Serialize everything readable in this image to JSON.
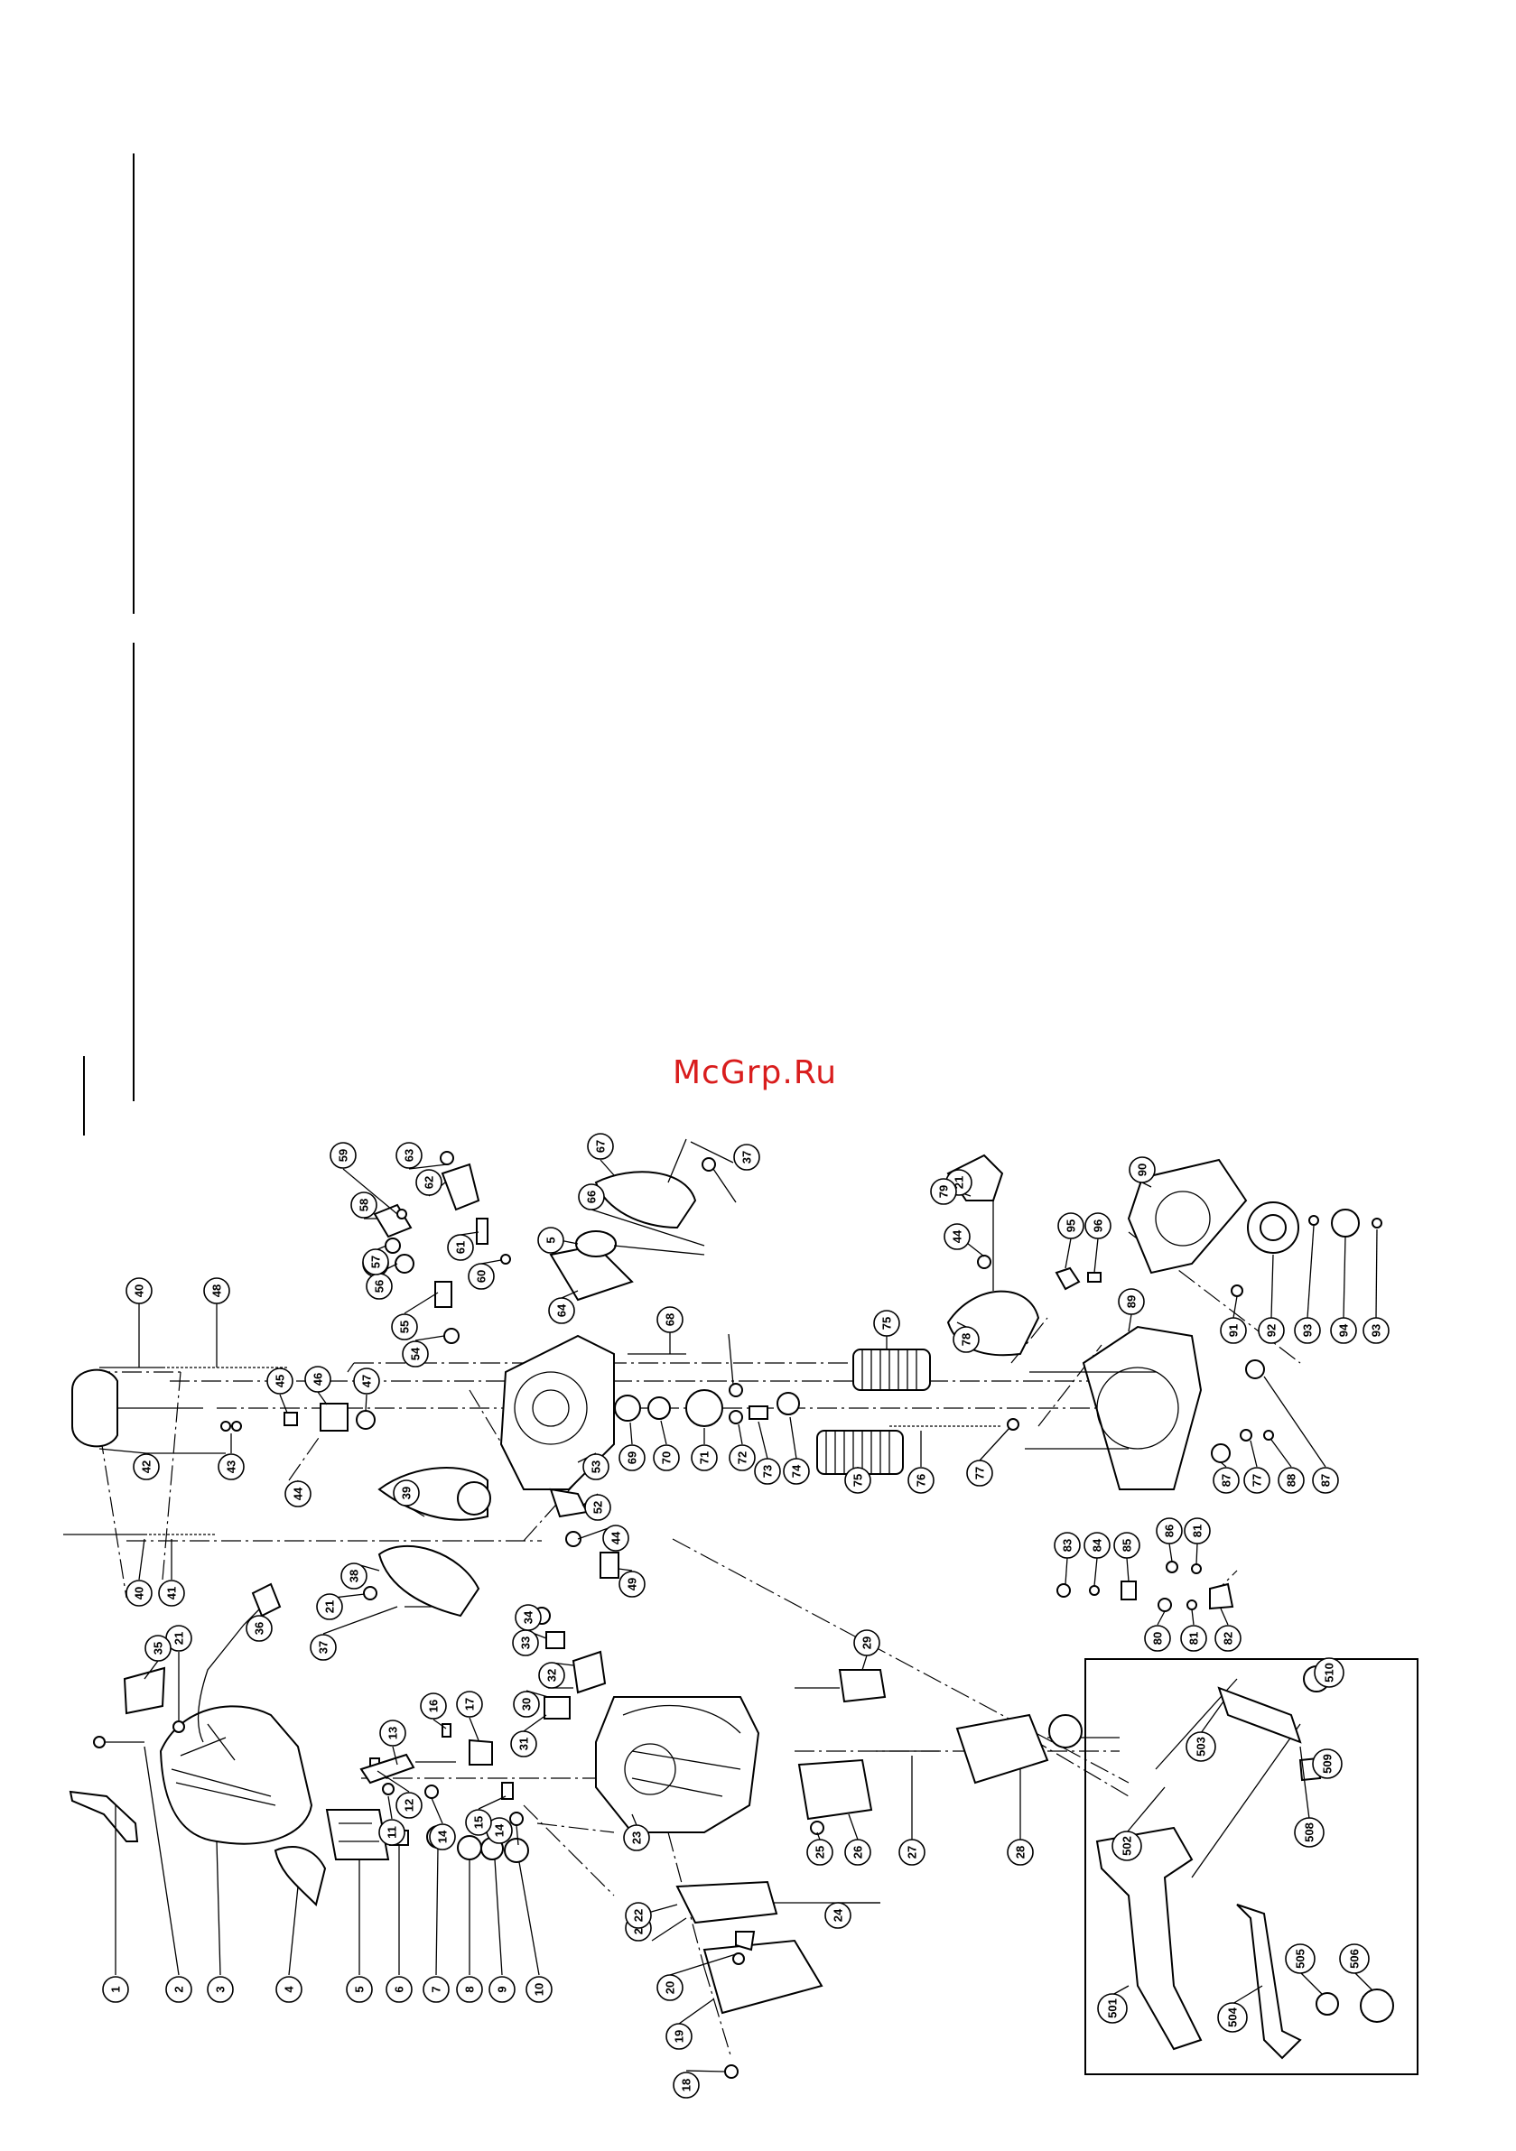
{
  "watermark": "McGrp.Ru",
  "callouts": [
    "1",
    "2",
    "3",
    "4",
    "5",
    "6",
    "7",
    "8",
    "9",
    "10",
    "11",
    "12",
    "13",
    "14",
    "14",
    "15",
    "16",
    "17",
    "18",
    "19",
    "20",
    "21",
    "21",
    "21",
    "21",
    "22",
    "23",
    "24",
    "25",
    "26",
    "27",
    "28",
    "29",
    "30",
    "31",
    "32",
    "33",
    "34",
    "35",
    "36",
    "37",
    "37",
    "38",
    "39",
    "40",
    "40",
    "41",
    "42",
    "43",
    "44",
    "44",
    "44",
    "44",
    "45",
    "46",
    "47",
    "48",
    "49",
    "52",
    "53",
    "54",
    "55",
    "56",
    "57",
    "58",
    "59",
    "60",
    "61",
    "62",
    "63",
    "64",
    "5",
    "66",
    "67",
    "68",
    "69",
    "70",
    "71",
    "72",
    "73",
    "74",
    "75",
    "75",
    "76",
    "77",
    "77",
    "78",
    "79",
    "80",
    "81",
    "81",
    "82",
    "83",
    "84",
    "85",
    "86",
    "87",
    "87",
    "88",
    "89",
    "90",
    "91",
    "92",
    "93",
    "93",
    "94",
    "95",
    "96",
    "501",
    "502",
    "503",
    "504",
    "505",
    "506",
    "508",
    "509",
    "510"
  ],
  "colors": {
    "ink": "#000000",
    "watermark": "#d91d1d"
  }
}
